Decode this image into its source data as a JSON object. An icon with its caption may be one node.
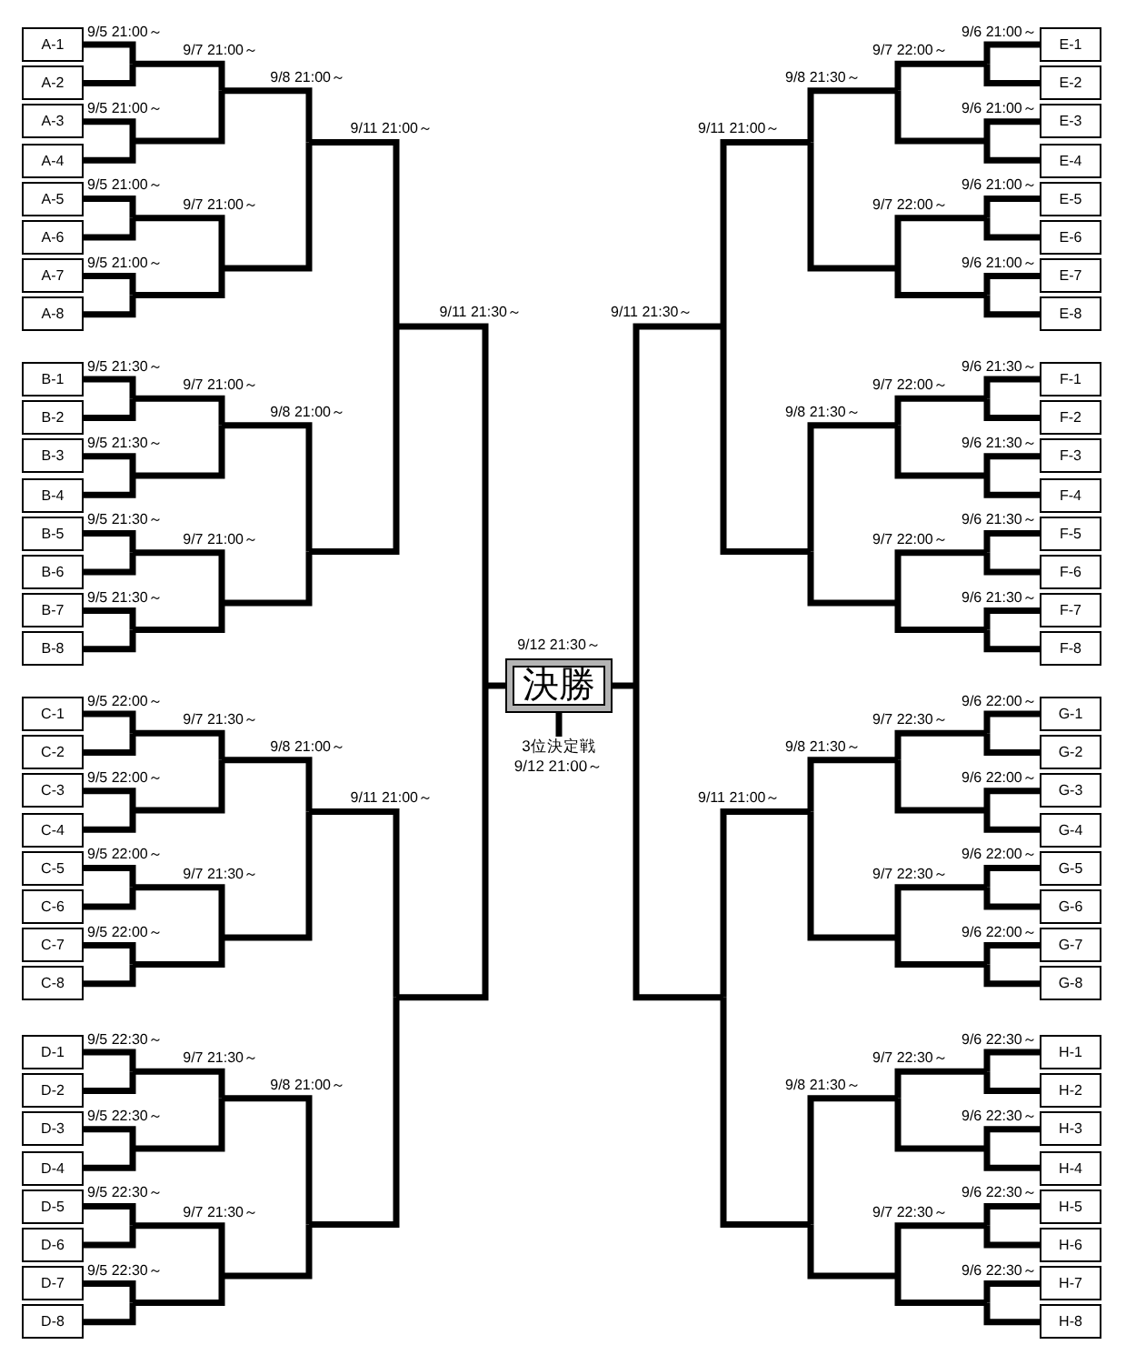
{
  "diagram": {
    "nodes": [
      {
        "text": [
          "A-1"
        ]
      },
      {
        "text": [
          "A-2"
        ]
      },
      {
        "text": [
          "A-3"
        ]
      },
      {
        "text": [
          "A-4"
        ]
      },
      {
        "text": [
          "A-5"
        ]
      },
      {
        "text": [
          "A-6"
        ]
      },
      {
        "text": [
          "A-7"
        ]
      },
      {
        "text": [
          "A-8"
        ]
      },
      {
        "text": [
          "B-1"
        ]
      },
      {
        "text": [
          "B-2"
        ]
      },
      {
        "text": [
          "B-3"
        ]
      },
      {
        "text": [
          "B-4"
        ]
      },
      {
        "text": [
          "B-5"
        ]
      },
      {
        "text": [
          "B-6"
        ]
      },
      {
        "text": [
          "B-7"
        ]
      },
      {
        "text": [
          "B-8"
        ]
      },
      {
        "text": [
          "C-1"
        ]
      },
      {
        "text": [
          "C-2"
        ]
      },
      {
        "text": [
          "C-3"
        ]
      },
      {
        "text": [
          "C-4"
        ]
      },
      {
        "text": [
          "C-5"
        ]
      },
      {
        "text": [
          "C-6"
        ]
      },
      {
        "text": [
          "C-7"
        ]
      },
      {
        "text": [
          "C-8"
        ]
      },
      {
        "text": [
          "D-1"
        ]
      },
      {
        "text": [
          "D-2"
        ]
      },
      {
        "text": [
          "D-3"
        ]
      },
      {
        "text": [
          "D-4"
        ]
      },
      {
        "text": [
          "D-5"
        ]
      },
      {
        "text": [
          "D-6"
        ]
      },
      {
        "text": [
          "D-7"
        ]
      },
      {
        "text": [
          "D-8"
        ]
      },
      {
        "text": [
          "E-1"
        ]
      },
      {
        "text": [
          "E-2"
        ]
      },
      {
        "text": [
          "E-3"
        ]
      },
      {
        "text": [
          "E-4"
        ]
      },
      {
        "text": [
          "E-5"
        ]
      },
      {
        "text": [
          "E-6"
        ]
      },
      {
        "text": [
          "E-7"
        ]
      },
      {
        "text": [
          "E-8"
        ]
      },
      {
        "text": [
          "F-1"
        ]
      },
      {
        "text": [
          "F-2"
        ]
      },
      {
        "text": [
          "F-3"
        ]
      },
      {
        "text": [
          "F-4"
        ]
      },
      {
        "text": [
          "F-5"
        ]
      },
      {
        "text": [
          "F-6"
        ]
      },
      {
        "text": [
          "F-7"
        ]
      },
      {
        "text": [
          "F-8"
        ]
      },
      {
        "text": [
          "G-1"
        ]
      },
      {
        "text": [
          "G-2"
        ]
      },
      {
        "text": [
          "G-3"
        ]
      },
      {
        "text": [
          "G-4"
        ]
      },
      {
        "text": [
          "G-5"
        ]
      },
      {
        "text": [
          "G-6"
        ]
      },
      {
        "text": [
          "G-7"
        ]
      },
      {
        "text": [
          "G-8"
        ]
      },
      {
        "text": [
          "H-1"
        ]
      },
      {
        "text": [
          "H-2"
        ]
      },
      {
        "text": [
          "H-3"
        ]
      },
      {
        "text": [
          "H-4"
        ]
      },
      {
        "text": [
          "H-5"
        ]
      },
      {
        "text": [
          "H-6"
        ]
      },
      {
        "text": [
          "H-7"
        ]
      },
      {
        "text": [
          "H-8"
        ]
      },
      {
        "text": [
          "決勝"
        ],
        "beside": [
          "9/12 21:30～"
        ]
      },
      {
        "text": [
          "3位決定戦",
          "9/12 21:00～"
        ]
      }
    ],
    "edges": [
      {
        "from": 0,
        "to": 64,
        "arrow": "none"
      },
      {
        "from": 1,
        "to": 64,
        "arrow": "none"
      },
      {
        "from": 2,
        "to": 64,
        "arrow": "none"
      },
      {
        "from": 3,
        "to": 64,
        "arrow": "none"
      },
      {
        "from": 4,
        "to": 64,
        "arrow": "none"
      },
      {
        "from": 5,
        "to": 64,
        "arrow": "none"
      },
      {
        "from": 6,
        "to": 64,
        "arrow": "none"
      },
      {
        "from": 7,
        "to": 64,
        "arrow": "none"
      },
      {
        "from": 8,
        "to": 64,
        "arrow": "none"
      },
      {
        "from": 9,
        "to": 64,
        "arrow": "none"
      },
      {
        "from": 10,
        "to": 64,
        "arrow": "none"
      },
      {
        "from": 11,
        "to": 64,
        "arrow": "none"
      },
      {
        "from": 12,
        "to": 64,
        "arrow": "none"
      },
      {
        "from": 13,
        "to": 64,
        "arrow": "none"
      },
      {
        "from": 14,
        "to": 64,
        "arrow": "none"
      },
      {
        "from": 15,
        "to": 64,
        "arrow": "none"
      },
      {
        "from": 16,
        "to": 64,
        "arrow": "none"
      },
      {
        "from": 17,
        "to": 64,
        "arrow": "none"
      },
      {
        "from": 18,
        "to": 64,
        "arrow": "none"
      },
      {
        "from": 19,
        "to": 64,
        "arrow": "none"
      },
      {
        "from": 20,
        "to": 64,
        "arrow": "none"
      },
      {
        "from": 21,
        "to": 64,
        "arrow": "none"
      },
      {
        "from": 22,
        "to": 64,
        "arrow": "none"
      },
      {
        "from": 23,
        "to": 64,
        "arrow": "none"
      },
      {
        "from": 24,
        "to": 64,
        "arrow": "none"
      },
      {
        "from": 25,
        "to": 64,
        "arrow": "none"
      },
      {
        "from": 26,
        "to": 64,
        "arrow": "none"
      },
      {
        "from": 27,
        "to": 64,
        "arrow": "none"
      },
      {
        "from": 28,
        "to": 64,
        "arrow": "none"
      },
      {
        "from": 29,
        "to": 64,
        "arrow": "none"
      },
      {
        "from": 30,
        "to": 64,
        "arrow": "none"
      },
      {
        "from": 31,
        "to": 64,
        "arrow": "none"
      },
      {
        "from": 32,
        "to": 64,
        "arrow": "none"
      },
      {
        "from": 33,
        "to": 64,
        "arrow": "none"
      },
      {
        "from": 34,
        "to": 64,
        "arrow": "none"
      },
      {
        "from": 35,
        "to": 64,
        "arrow": "none"
      },
      {
        "from": 36,
        "to": 64,
        "arrow": "none"
      },
      {
        "from": 37,
        "to": 64,
        "arrow": "none"
      },
      {
        "from": 38,
        "to": 64,
        "arrow": "none"
      },
      {
        "from": 39,
        "to": 64,
        "arrow": "none"
      },
      {
        "from": 40,
        "to": 64,
        "arrow": "none"
      },
      {
        "from": 41,
        "to": 64,
        "arrow": "none"
      },
      {
        "from": 42,
        "to": 64,
        "arrow": "none"
      },
      {
        "from": 43,
        "to": 64,
        "arrow": "none"
      },
      {
        "from": 44,
        "to": 64,
        "arrow": "none"
      },
      {
        "from": 45,
        "to": 64,
        "arrow": "none"
      },
      {
        "from": 46,
        "to": 64,
        "arrow": "none"
      },
      {
        "from": 47,
        "to": 64,
        "arrow": "none"
      },
      {
        "from": 48,
        "to": 64,
        "arrow": "none"
      },
      {
        "from": 49,
        "to": 64,
        "arrow": "none"
      },
      {
        "from": 50,
        "to": 64,
        "arrow": "none"
      },
      {
        "from": 51,
        "to": 64,
        "arrow": "none"
      },
      {
        "from": 52,
        "to": 64,
        "arrow": "none"
      },
      {
        "from": 53,
        "to": 64,
        "arrow": "none"
      },
      {
        "from": 54,
        "to": 64,
        "arrow": "none"
      },
      {
        "from": 55,
        "to": 64,
        "arrow": "none"
      },
      {
        "from": 56,
        "to": 64,
        "arrow": "none"
      },
      {
        "from": 57,
        "to": 64,
        "arrow": "none"
      },
      {
        "from": 58,
        "to": 64,
        "arrow": "none"
      },
      {
        "from": 59,
        "to": 64,
        "arrow": "none"
      },
      {
        "from": 60,
        "to": 64,
        "arrow": "none"
      },
      {
        "from": 61,
        "to": 64,
        "arrow": "none"
      },
      {
        "from": 62,
        "to": 64,
        "arrow": "none"
      },
      {
        "from": 63,
        "to": 64,
        "arrow": "none"
      },
      {
        "from": 64,
        "to": 65,
        "arrow": "none"
      }
    ],
    "labels": [
      "9/5 21:00～",
      "9/5 21:00～",
      "9/5 21:00～",
      "9/5 21:00～",
      "9/5 21:30～",
      "9/5 21:30～",
      "9/5 21:30～",
      "9/5 21:30～",
      "9/5 22:00～",
      "9/5 22:00～",
      "9/5 22:00～",
      "9/5 22:00～",
      "9/5 22:30～",
      "9/5 22:30～",
      "9/5 22:30～",
      "9/5 22:30～",
      "9/7 21:00～",
      "9/7 21:00～",
      "9/7 21:00～",
      "9/7 21:00～",
      "9/7 21:30～",
      "9/7 21:30～",
      "9/7 21:30～",
      "9/7 21:30～",
      "9/8 21:00～",
      "9/8 21:00～",
      "9/8 21:00～",
      "9/8 21:00～",
      "9/11 21:00～",
      "9/11 21:00～",
      "9/11 21:30～",
      "9/11 21:30～",
      "9/11 21:00～",
      "9/11 21:00～",
      "9/8 21:30～",
      "9/8 21:30～",
      "9/8 21:30～",
      "9/8 21:30～",
      "9/7 22:00～",
      "9/7 22:00～",
      "9/7 22:00～",
      "9/7 22:00～",
      "9/7 22:30～",
      "9/7 22:30～",
      "9/7 22:30～",
      "9/7 22:30～",
      "9/6 21:00～",
      "9/6 21:00～",
      "9/6 21:00～",
      "9/6 21:00～",
      "9/6 21:30～",
      "9/6 21:30～",
      "9/6 21:30～",
      "9/6 21:30～",
      "9/6 22:00～",
      "9/6 22:00～",
      "9/6 22:00～",
      "9/6 22:00～",
      "9/6 22:30～",
      "9/6 22:30～",
      "9/6 22:30～",
      "9/6 22:30～"
    ]
  }
}
